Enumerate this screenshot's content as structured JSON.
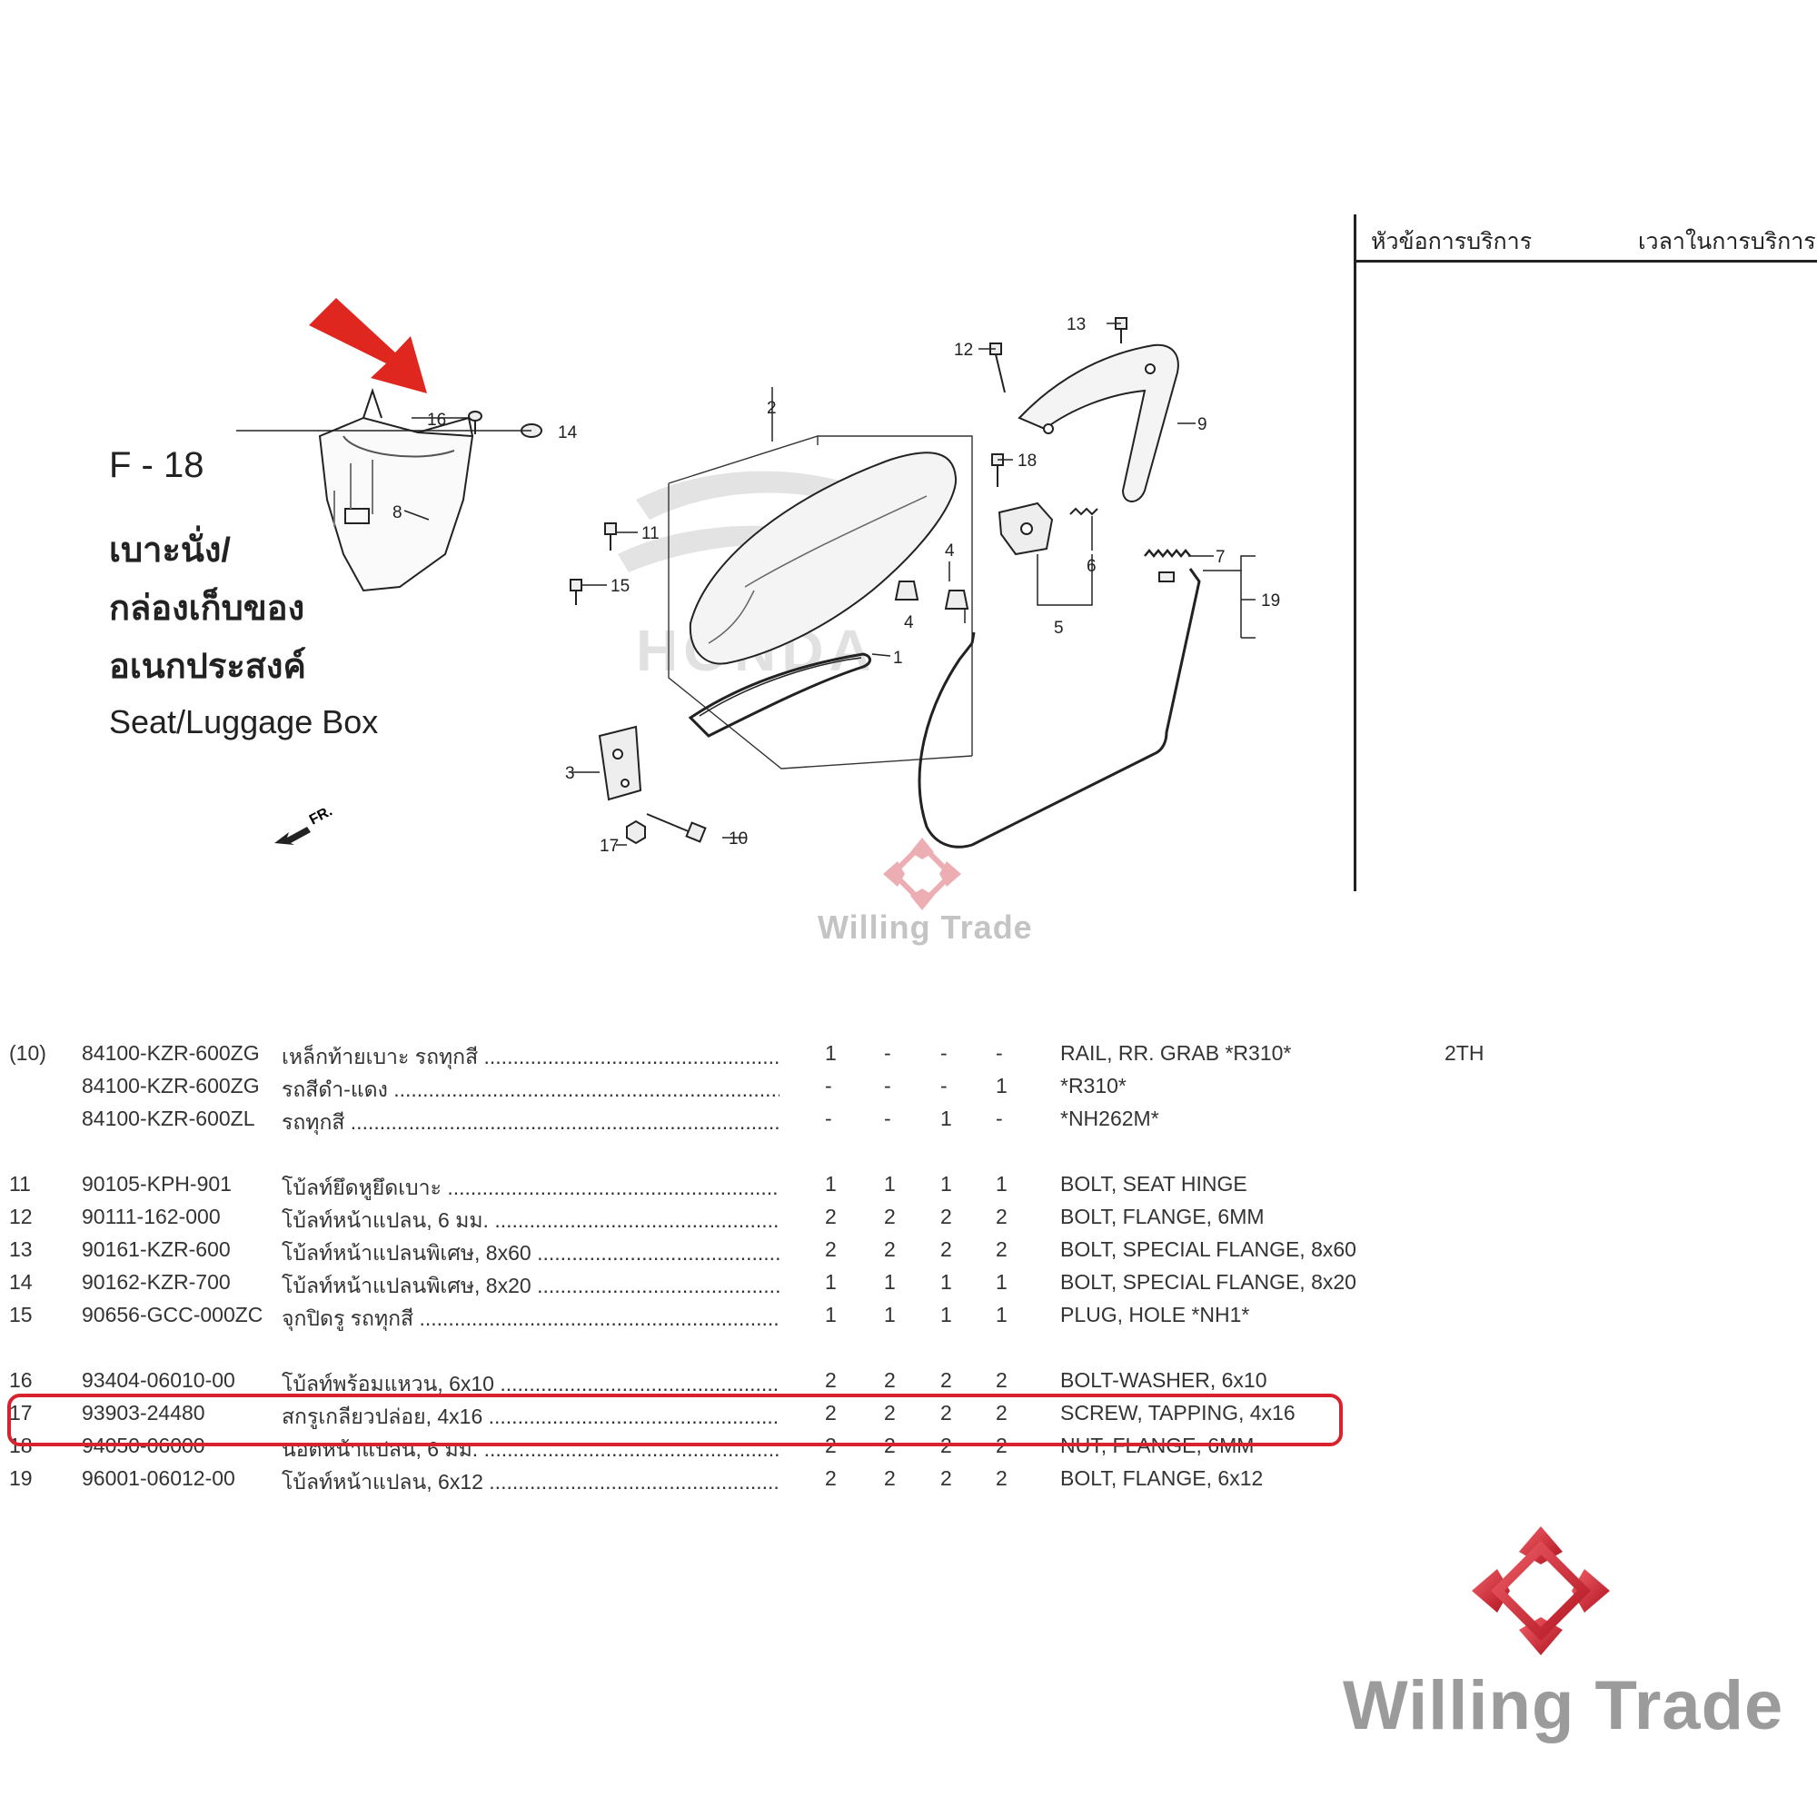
{
  "header": {
    "service_item": "หัวข้อการบริการ",
    "service_time": "เวลาในการบริการ"
  },
  "figure": {
    "code": "F - 18",
    "title_th_line1": "เบาะนั่ง/",
    "title_th_line2": "กล่องเก็บของ",
    "title_th_line3": "อเนกประสงค์",
    "title_en": "Seat/Luggage Box",
    "front_marker": "FR.",
    "brand_marking": "HONDA"
  },
  "diagram_callouts": [
    "1",
    "2",
    "3",
    "4",
    "4",
    "5",
    "6",
    "7",
    "8",
    "9",
    "10",
    "11",
    "12",
    "13",
    "14",
    "15",
    "16",
    "17",
    "18",
    "19"
  ],
  "watermark": {
    "text": "Willing Trade",
    "color": "#c8202e"
  },
  "parts_table": {
    "rows": [
      {
        "ref": "(10)",
        "part_no": "84100-KZR-600ZG",
        "desc_th": "เหล็กท้ายเบาะ  รถทุกสี",
        "q1": "1",
        "q2": "-",
        "q3": "-",
        "q4": "-",
        "desc_en": "RAIL, RR. GRAB *R310*",
        "note": "2TH"
      },
      {
        "ref": "",
        "part_no": "84100-KZR-600ZG",
        "desc_th": "รถสีดำ-แดง",
        "q1": "-",
        "q2": "-",
        "q3": "-",
        "q4": "1",
        "desc_en": "*R310*",
        "note": ""
      },
      {
        "ref": "",
        "part_no": "84100-KZR-600ZL",
        "desc_th": "รถทุกสี",
        "q1": "-",
        "q2": "-",
        "q3": "1",
        "q4": "-",
        "desc_en": "*NH262M*",
        "note": ""
      },
      {
        "gap": true
      },
      {
        "ref": "11",
        "part_no": "90105-KPH-901",
        "desc_th": "โบ้ลท์ยึดหูยึดเบาะ",
        "q1": "1",
        "q2": "1",
        "q3": "1",
        "q4": "1",
        "desc_en": "BOLT, SEAT HINGE",
        "note": ""
      },
      {
        "ref": "12",
        "part_no": "90111-162-000",
        "desc_th": "โบ้ลท์หน้าแปลน, 6 มม.",
        "q1": "2",
        "q2": "2",
        "q3": "2",
        "q4": "2",
        "desc_en": "BOLT, FLANGE, 6MM",
        "note": ""
      },
      {
        "ref": "13",
        "part_no": "90161-KZR-600",
        "desc_th": "โบ้ลท์หน้าแปลนพิเศษ, 8x60",
        "q1": "2",
        "q2": "2",
        "q3": "2",
        "q4": "2",
        "desc_en": "BOLT, SPECIAL FLANGE, 8x60",
        "note": ""
      },
      {
        "ref": "14",
        "part_no": "90162-KZR-700",
        "desc_th": "โบ้ลท์หน้าแปลนพิเศษ, 8x20",
        "q1": "1",
        "q2": "1",
        "q3": "1",
        "q4": "1",
        "desc_en": "BOLT, SPECIAL FLANGE, 8x20",
        "note": ""
      },
      {
        "ref": "15",
        "part_no": "90656-GCC-000ZC",
        "desc_th": "จุกปิดรู รถทุกสี",
        "q1": "1",
        "q2": "1",
        "q3": "1",
        "q4": "1",
        "desc_en": "PLUG, HOLE *NH1*",
        "note": ""
      },
      {
        "gap": true
      },
      {
        "ref": "16",
        "part_no": "93404-06010-00",
        "desc_th": "โบ้ลท์พร้อมแหวน, 6x10",
        "q1": "2",
        "q2": "2",
        "q3": "2",
        "q4": "2",
        "desc_en": "BOLT-WASHER, 6x10",
        "note": ""
      },
      {
        "ref": "17",
        "part_no": "93903-24480",
        "desc_th": "สกรูเกลียวปล่อย, 4x16",
        "q1": "2",
        "q2": "2",
        "q3": "2",
        "q4": "2",
        "desc_en": "SCREW, TAPPING, 4x16",
        "note": "",
        "highlighted": true
      },
      {
        "ref": "18",
        "part_no": "94050-06000",
        "desc_th": "นอตหน้าแปลน, 6 มม.",
        "q1": "2",
        "q2": "2",
        "q3": "2",
        "q4": "2",
        "desc_en": "NUT, FLANGE, 6MM",
        "note": ""
      },
      {
        "ref": "19",
        "part_no": "96001-06012-00",
        "desc_th": "โบ้ลท์หน้าแปลน, 6x12",
        "q1": "2",
        "q2": "2",
        "q3": "2",
        "q4": "2",
        "desc_en": "BOLT, FLANGE, 6x12",
        "note": ""
      }
    ],
    "highlight_color": "#d8222e"
  }
}
